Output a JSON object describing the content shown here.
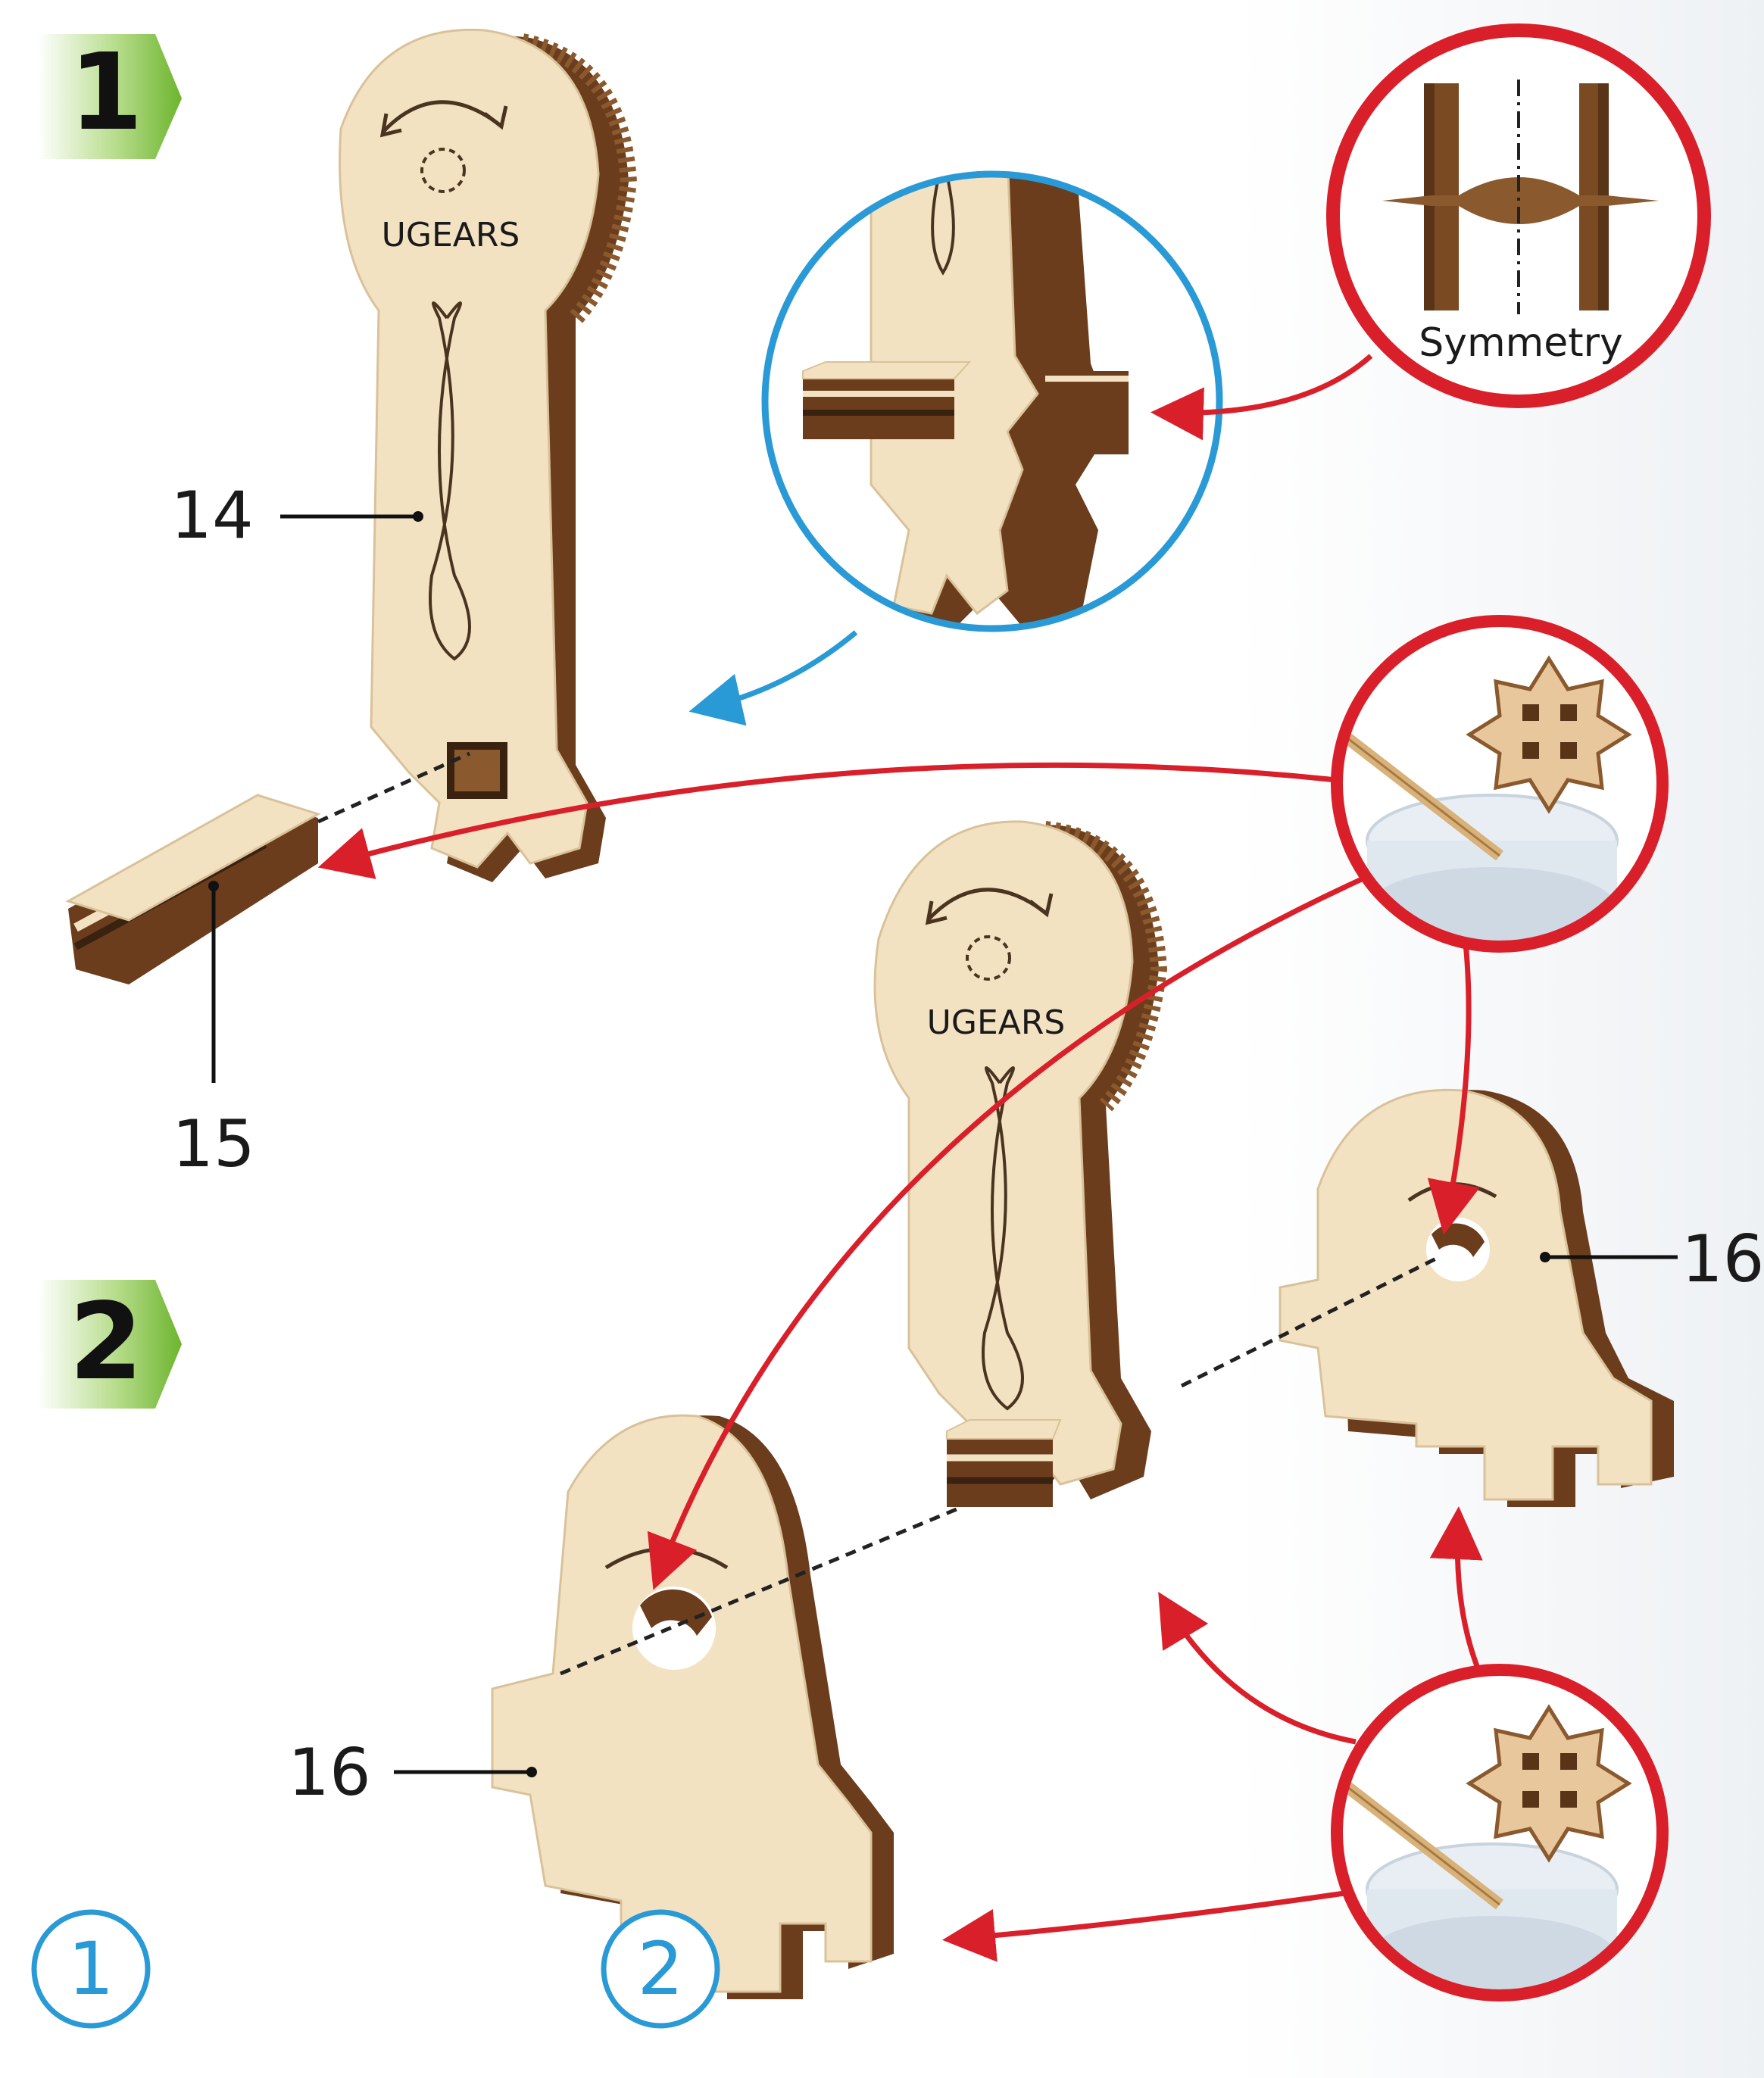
{
  "steps": [
    {
      "number": "1"
    },
    {
      "number": "2"
    }
  ],
  "parts": {
    "p14": "14",
    "p15": "15",
    "p16_left": "16",
    "p16_right": "16"
  },
  "logo_text": "UGEARS",
  "symmetry_label": "Symmetry",
  "bottom_markers": [
    "1",
    "2"
  ],
  "colors": {
    "wood_light": "#f3e2c2",
    "wood_dark": "#6b3d1c",
    "arrow_red": "#d9202a",
    "detail_blue": "#2a9ad6",
    "step_green": "#7fbf3c"
  }
}
